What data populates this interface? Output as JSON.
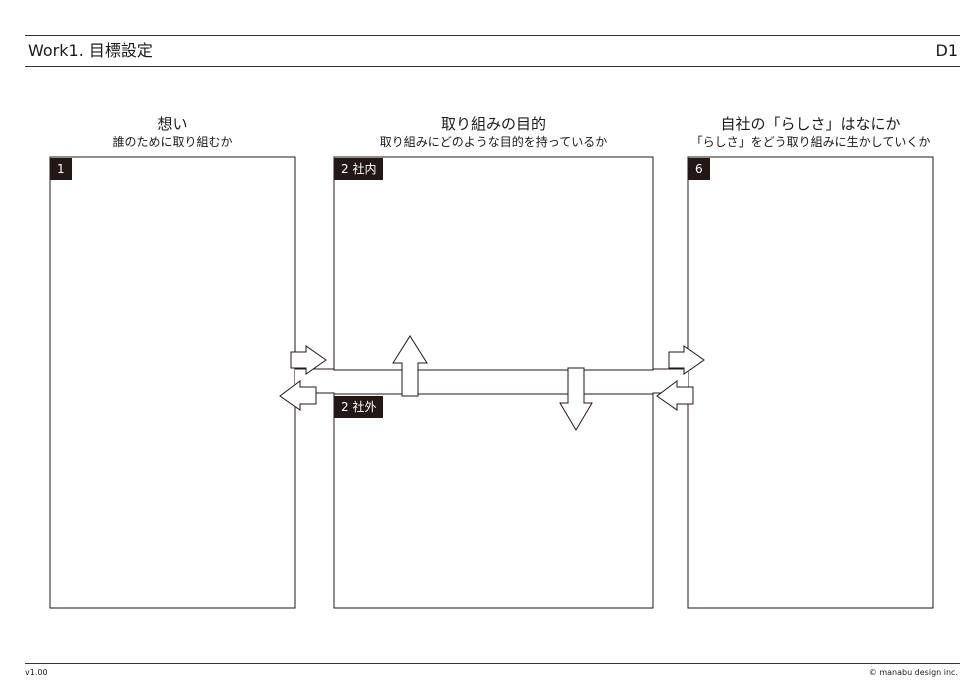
{
  "header": {
    "title": "Work1. 目標設定",
    "code": "D1"
  },
  "columns": [
    {
      "title": "想い",
      "subtitle": "誰のために取り組むか",
      "badge": "1"
    },
    {
      "title": "取り組みの目的",
      "subtitle": "取り組みにどのような目的を持っているか",
      "badge_top": "2 社内",
      "badge_bottom": "2 社外"
    },
    {
      "title": "自社の「らしさ」はなにか",
      "subtitle": "「らしさ」をどう取り組みに生かしていくか",
      "badge": "6"
    }
  ],
  "footer": {
    "version": "v1.00",
    "copyright": "© manabu design inc."
  }
}
